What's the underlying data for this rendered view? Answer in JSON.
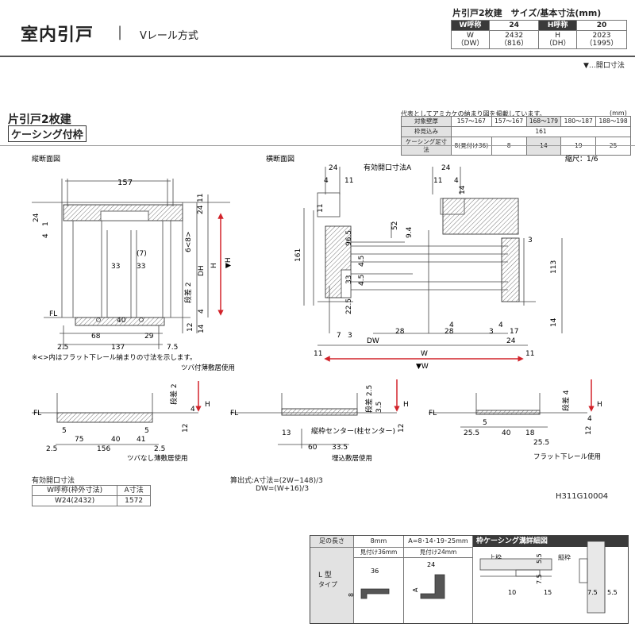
{
  "header": {
    "title": "室内引戸",
    "sep": "|",
    "rail": "Vレール方式",
    "spec_title": "片引戸2枚建　サイズ/基本寸法(mm)",
    "w_label": "W呼称",
    "w_value": "24",
    "h_label": "H呼称",
    "h_value": "20",
    "w_dim_label": "W",
    "w_dim_label2": "（DW）",
    "w_dim_value": "2432",
    "w_dim_value2": "（816）",
    "h_dim_label": "H",
    "h_dim_label2": "（DH）",
    "h_dim_value": "2023",
    "h_dim_value2": "（1995）",
    "open_note": "▼…開口寸法"
  },
  "section": {
    "title": "片引戸2枚建",
    "subtitle": "ケーシング付枠",
    "wall_note": "代表としてアミカケの納まり図を掲載しています。",
    "unit": "(mm)",
    "rows": [
      {
        "label": "対象壁厚",
        "cells": [
          "157～167",
          "157～167",
          "168～179",
          "180～187",
          "188～198"
        ]
      },
      {
        "label": "枠見込み",
        "cells": [
          "161"
        ]
      },
      {
        "label": "ケーシング足寸法",
        "cells": [
          "8(見付け36)",
          "8",
          "14",
          "19",
          "25"
        ]
      }
    ]
  },
  "views": {
    "vertical": "縦断面図",
    "horizontal": "横断面図",
    "scale": "縮尺：1/6",
    "effective_a": "有効開口寸法A",
    "note": "※<>内はフラット下レール納まりの寸法を示します。",
    "tsuba_with": "ツバ付薄敷居使用",
    "tsuba_without": "ツバなし薄敷居使用",
    "umekomi": "埋込敷居使用",
    "flat_rail": "フラット下レール使用",
    "center_note": "縦枠センター(柱センター)",
    "fl": "FL",
    "step2": "段差 2",
    "step25": "段差 2.5",
    "step4": "段差 4"
  },
  "dims": {
    "v157": "157",
    "v24": "24",
    "v11": "11",
    "v4": "4",
    "v1": "1",
    "v6_8": "6<8>",
    "vDH": "DH",
    "vH": "H",
    "vH2": "▼H",
    "v33": "33",
    "v7": "(7)",
    "v68": "68",
    "v40": "40",
    "v29": "29",
    "v25": "2.5",
    "v137": "137",
    "v75": "7.5",
    "v14": "14",
    "v12": "12",
    "h24": "24",
    "h11": "11",
    "h161": "161",
    "h52": "52",
    "h965": "96.5",
    "h45": "4.5",
    "h33": "33",
    "h225": "22.5",
    "h7": "7",
    "h3": "3",
    "hDW": "DW",
    "h28": "28",
    "h4": "4",
    "h17": "17",
    "hW": "W",
    "hW2": "▼W",
    "h94": "9.4",
    "h113": "113",
    "h14": "14",
    "s5": "5",
    "s75": "75",
    "s40": "40",
    "s41": "41",
    "s156": "156",
    "s25": "2.5",
    "s13": "13",
    "s60": "60",
    "s335": "33.5",
    "s35": "3.5",
    "s255": "25.5",
    "s18": "18"
  },
  "effective": {
    "title": "有効開口寸法",
    "col1": "W呼称(枠外寸法)",
    "col2": "A寸法",
    "val1": "W24(2432)",
    "val2": "1572"
  },
  "formula": {
    "line1": "算出式:A寸法=(2W−148)/3",
    "line2": "DW=(W+16)/3"
  },
  "code": "H311G10004",
  "casing": {
    "foot_label": "足の長さ",
    "c8": "8mm",
    "c_a": "A=8･14･19･25mm",
    "detail_title": "枠ケーシング溝詳細図",
    "mit36": "見付け36mm",
    "mit24": "見付け24mm",
    "l_type": "L 型",
    "type": "タイプ",
    "d36": "36",
    "d8": "8",
    "d24": "24",
    "dA": "A",
    "top_frame": "上枠",
    "side_frame": "縦枠",
    "d55": "5.5",
    "d75": "7.5",
    "d10": "10",
    "d15": "15"
  },
  "colors": {
    "accent": "#d2232a",
    "header_bg": "#3a3a3a",
    "gray": "#e2e2e2"
  }
}
